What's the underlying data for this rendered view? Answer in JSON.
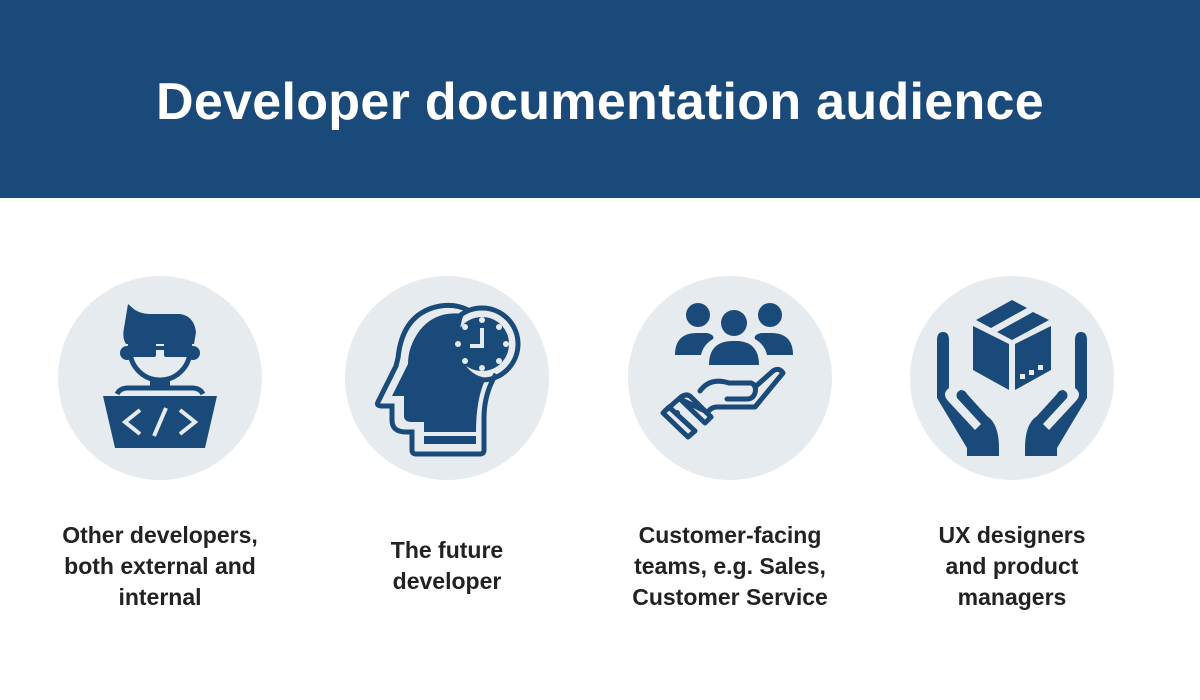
{
  "header": {
    "title": "Developer documentation audience"
  },
  "colors": {
    "banner": "#1a4a7a",
    "icon": "#1a4a7a",
    "circle": "#e6ebef",
    "text": "#222222"
  },
  "audiences": [
    {
      "icon": "developer-icon",
      "label": "Other developers,\nboth external and\ninternal"
    },
    {
      "icon": "head-clock-icon",
      "label": "The future\ndeveloper"
    },
    {
      "icon": "team-hand-icon",
      "label": "Customer-facing\nteams, e.g. Sales,\nCustomer Service"
    },
    {
      "icon": "hands-box-icon",
      "label": "UX designers\nand product\nmanagers"
    }
  ]
}
